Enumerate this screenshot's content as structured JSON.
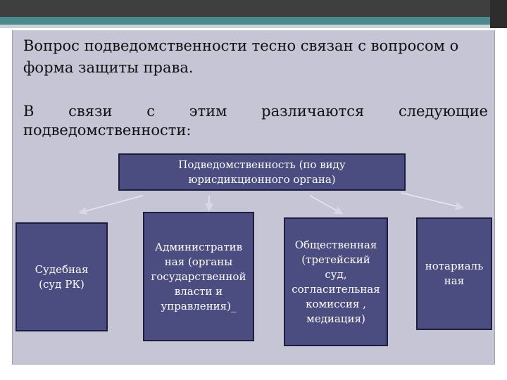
{
  "slide": {
    "paragraph1": "Вопрос подведомственности тесно связан с вопросом о форма защиты права.",
    "paragraph2": "В связи с этим различаются следующие подведомственности:"
  },
  "diagram": {
    "root": "Подведомственность (по виду\nюрисдикционного органа)",
    "children": [
      "Судебная\n(суд РК)",
      "Административ\nная (органы\nгосударственной\nвласти и\nуправления)_",
      "Общественная\n(третейский\nсуд,\nсогласительная\nкомиссия ,\nмедиация)",
      "нотариаль\nная"
    ]
  },
  "colors": {
    "box_fill": "#4b4c80",
    "panel": "#c5c5d6",
    "accent_bar": "#4a8a8c"
  }
}
